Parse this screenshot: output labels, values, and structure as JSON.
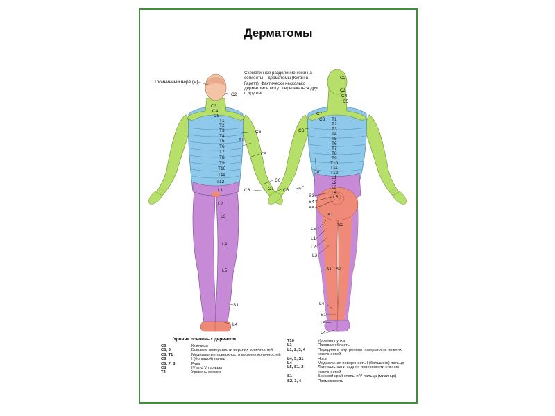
{
  "title": "Дерматомы",
  "note": "Схематичное разделение кожи на сегменты – дерматомы (Киган и Гаретт). Фактически несколько дерматомов могут пересекаться друг с другом.",
  "front_labels": {
    "trigeminal": "Тройничный нерв (V)",
    "C2": "C2",
    "C3": "C3",
    "C4": "C4",
    "C5": "C5",
    "T1": "T1",
    "T2": "T2",
    "T3": "T3",
    "T4": "T4",
    "T5": "T5",
    "T6": "T6",
    "T7": "T7",
    "T8": "T8",
    "T9": "T9",
    "T10": "T10",
    "T11": "T11",
    "T12": "T12",
    "C6": "C6",
    "T1r": "T1",
    "C5r": "C5",
    "C6h": "C6",
    "C7": "C7",
    "C8": "C8",
    "L1": "L1",
    "L2": "L2",
    "L3": "L3",
    "L4": "L4",
    "L5": "L5",
    "S1": "S1",
    "L4f": "L4"
  },
  "back_labels": {
    "C2": "C2",
    "C3": "C3",
    "C4": "C4",
    "C5": "C5",
    "C7": "C7",
    "C6": "C6",
    "C8b": "C8",
    "T1": "T1",
    "T2": "T2",
    "T3": "T3",
    "T4": "T4",
    "T5": "T5",
    "T6": "T6",
    "T7": "T7",
    "T8": "T8",
    "T9": "T9",
    "T10": "T10",
    "T11": "T11",
    "T12": "T12",
    "L1": "L1",
    "L2": "L2",
    "L3": "L3",
    "L4": "L4",
    "L5": "L5",
    "C8": "C8",
    "S3": "S3",
    "S4": "S4",
    "S5": "S5",
    "S1": "S1",
    "S2": "S2",
    "L5a": "L5",
    "L1a": "L1",
    "L2a": "L2",
    "L3a": "L3",
    "S1b": "S1",
    "S2b": "S2",
    "L4b": "L4",
    "S1c": "S1",
    "L5b": "L5",
    "L4c": "L4"
  },
  "legend_title": "Уровни основных дерматом",
  "legend_left": [
    {
      "code": "C5",
      "desc": "Ключица"
    },
    {
      "code": "C5, 6",
      "desc": "Боковые поверхности верхних конечностей"
    },
    {
      "code": "C8, T1",
      "desc": "Медиальные поверхности верхних конечностей"
    },
    {
      "code": "C6",
      "desc": "I (большой) палец"
    },
    {
      "code": "C6, 7, 8",
      "desc": "Рука"
    },
    {
      "code": "C8",
      "desc": "IV and V пальцы"
    },
    {
      "code": "T4",
      "desc": "Уровень сосков"
    }
  ],
  "legend_right": [
    {
      "code": "T10",
      "desc": "Уровень пупка"
    },
    {
      "code": "L1",
      "desc": "Паховая область"
    },
    {
      "code": "L1, 2, 3, 4",
      "desc": "Передняя и внутренняя поверхности нижних конечностей"
    },
    {
      "code": "L4, 5, S1",
      "desc": "Нога"
    },
    {
      "code": "L4",
      "desc": "Медиальная поверхность I (большого) пальца"
    },
    {
      "code": "L5, S1, 2",
      "desc": "Латеральная и задняя поверхности нижних конечностей"
    },
    {
      "code": "S1",
      "desc": "Боковой край стопы и V пальца (мизинца)"
    },
    {
      "code": "S2, 3, 4",
      "desc": "Промежность"
    }
  ],
  "colors": {
    "frame": "#3f8f3a",
    "neck_arm": "#b7e06a",
    "trunk": "#8ec9ec",
    "leg": "#c78ad6",
    "sacral": "#f08a78",
    "skin": "#f3c4a6"
  }
}
